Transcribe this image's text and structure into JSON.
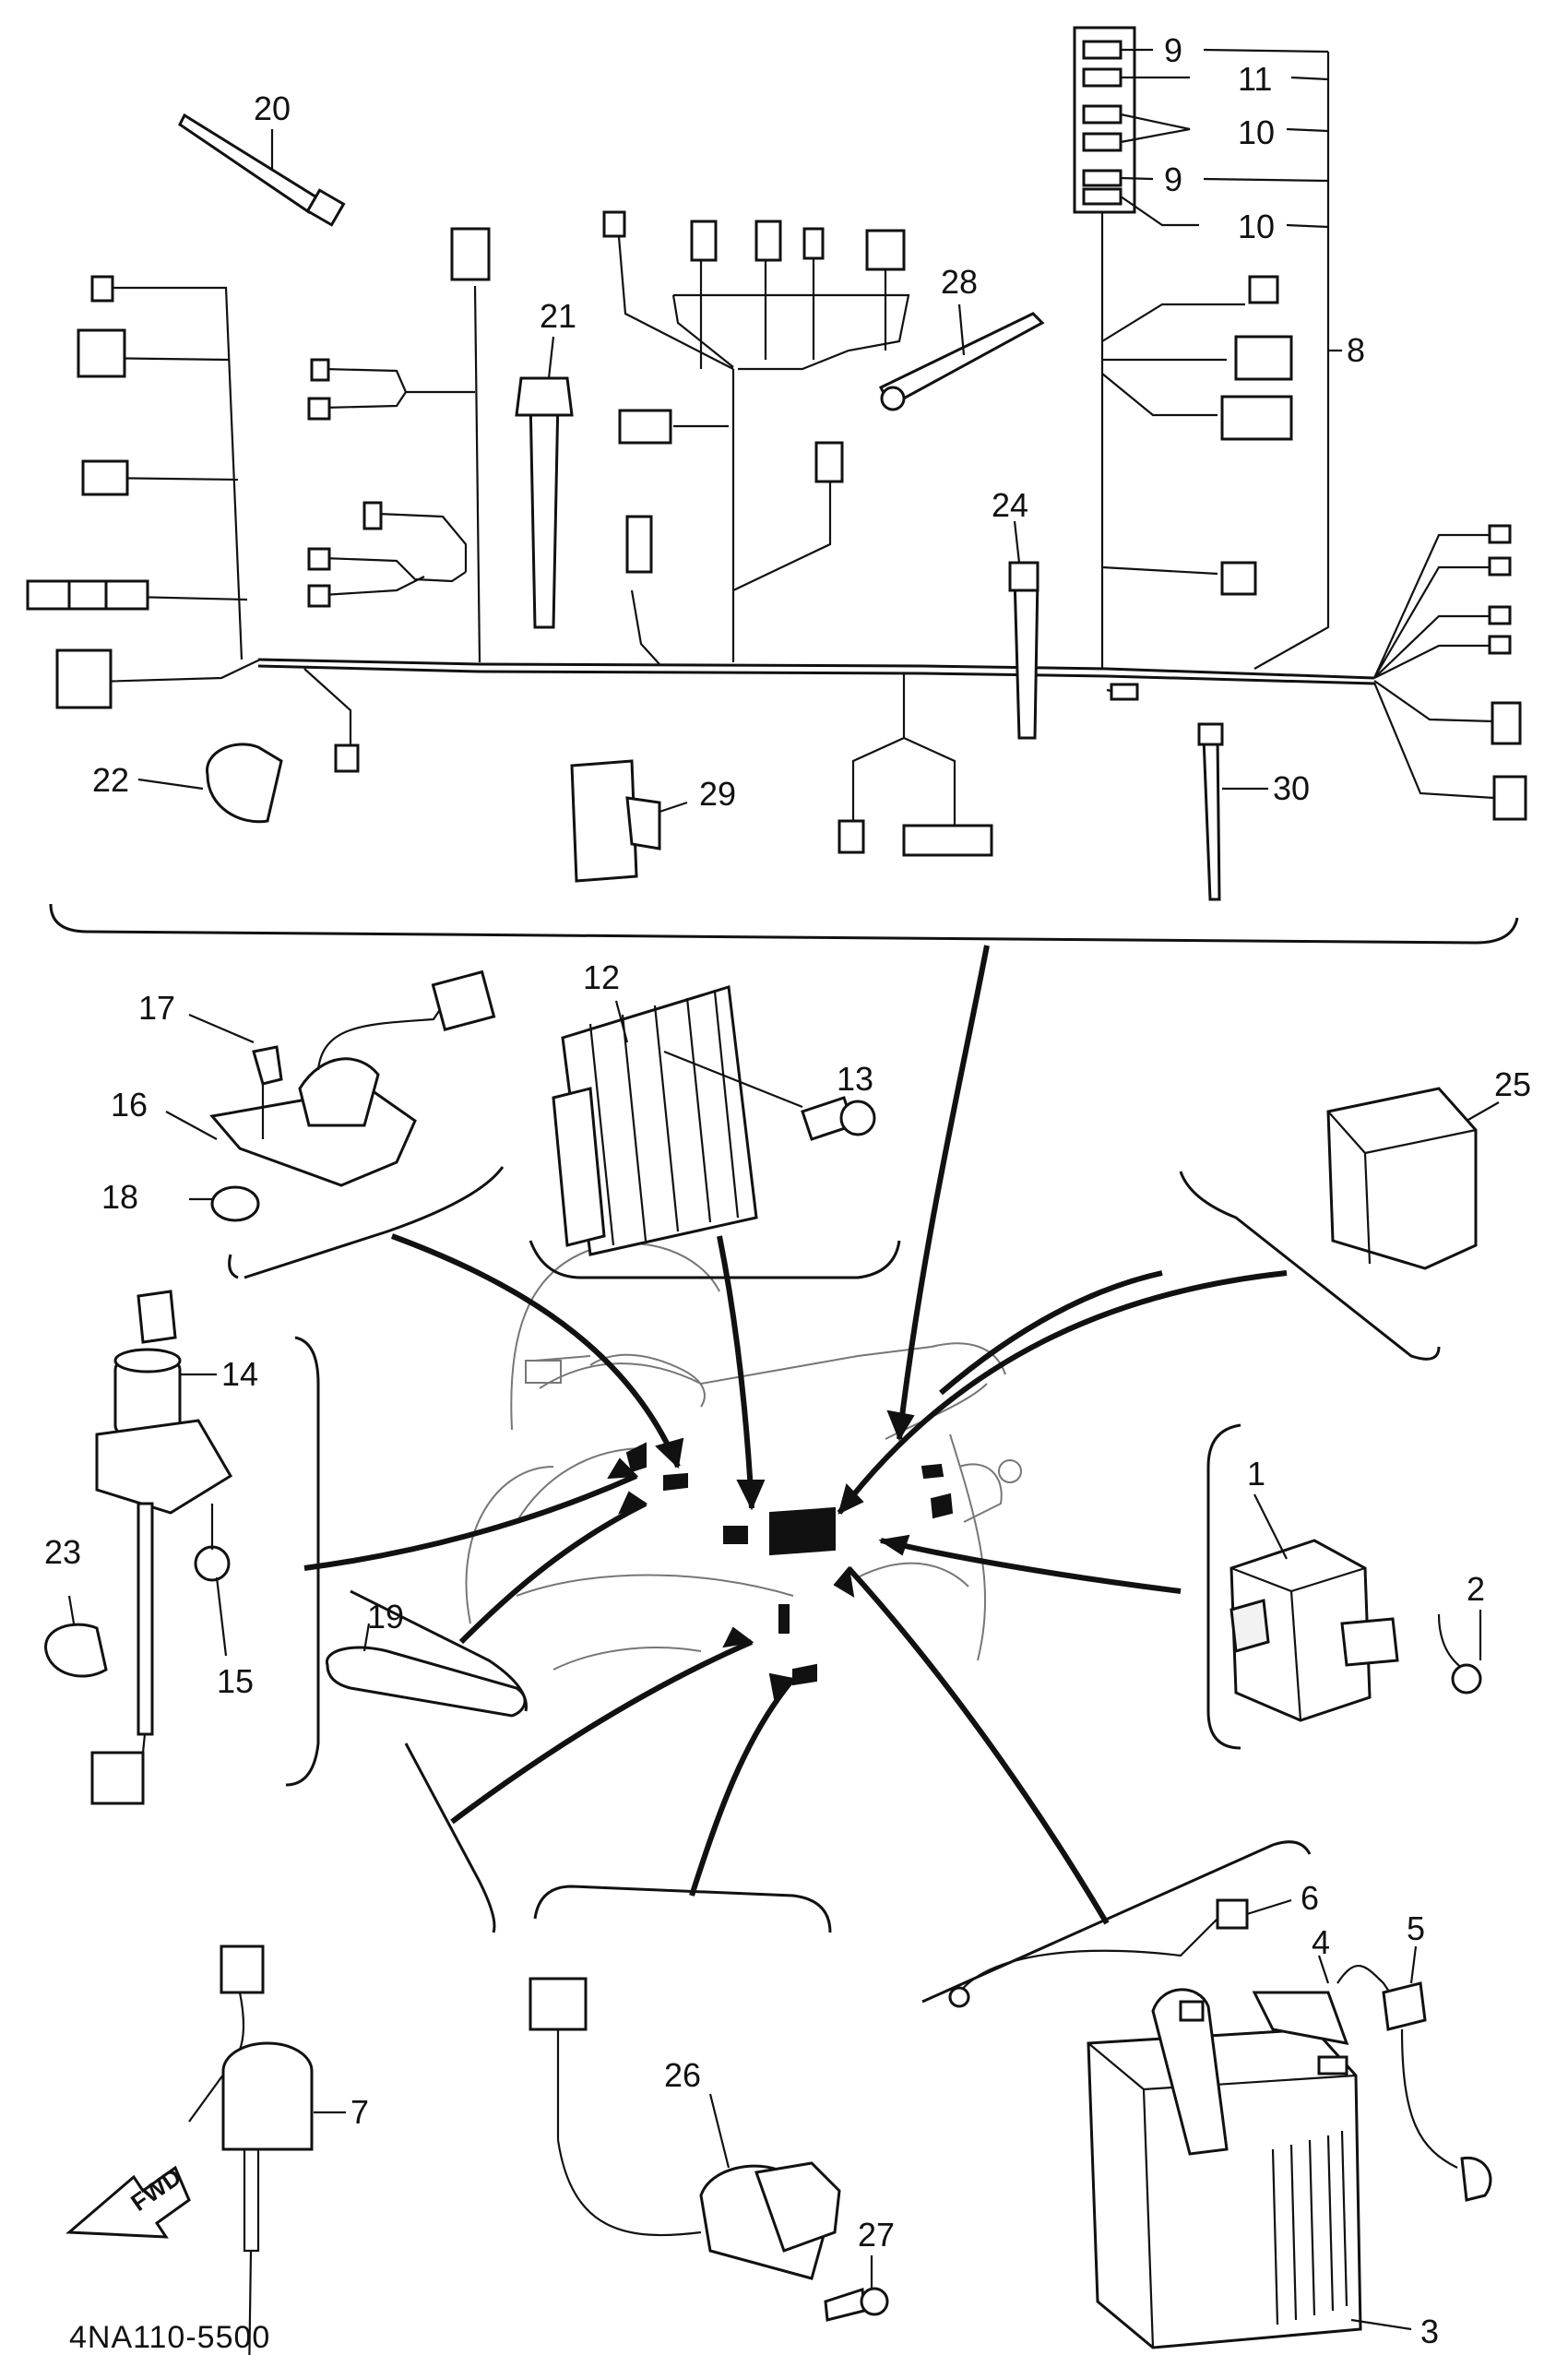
{
  "diagram": {
    "part_code": "4NA110-5500",
    "fwd_label": "FWD",
    "callouts": [
      {
        "id": "c1",
        "text": "1"
      },
      {
        "id": "c2",
        "text": "2"
      },
      {
        "id": "c3",
        "text": "3"
      },
      {
        "id": "c4",
        "text": "4"
      },
      {
        "id": "c5",
        "text": "5"
      },
      {
        "id": "c6",
        "text": "6"
      },
      {
        "id": "c7",
        "text": "7"
      },
      {
        "id": "c8",
        "text": "8"
      },
      {
        "id": "c9a",
        "text": "9"
      },
      {
        "id": "c9b",
        "text": "9"
      },
      {
        "id": "c10a",
        "text": "10"
      },
      {
        "id": "c10b",
        "text": "10"
      },
      {
        "id": "c11",
        "text": "11"
      },
      {
        "id": "c12",
        "text": "12"
      },
      {
        "id": "c13",
        "text": "13"
      },
      {
        "id": "c14",
        "text": "14"
      },
      {
        "id": "c15",
        "text": "15"
      },
      {
        "id": "c16",
        "text": "16"
      },
      {
        "id": "c17",
        "text": "17"
      },
      {
        "id": "c18",
        "text": "18"
      },
      {
        "id": "c19",
        "text": "19"
      },
      {
        "id": "c20",
        "text": "20"
      },
      {
        "id": "c21",
        "text": "21"
      },
      {
        "id": "c22",
        "text": "22"
      },
      {
        "id": "c23",
        "text": "23"
      },
      {
        "id": "c24",
        "text": "24"
      },
      {
        "id": "c25",
        "text": "25"
      },
      {
        "id": "c26",
        "text": "26"
      },
      {
        "id": "c27",
        "text": "27"
      },
      {
        "id": "c28",
        "text": "28"
      },
      {
        "id": "c29",
        "text": "29"
      },
      {
        "id": "c30",
        "text": "30"
      }
    ]
  }
}
